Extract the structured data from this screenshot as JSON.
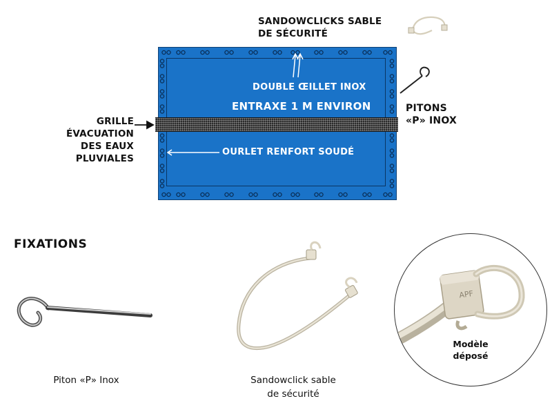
{
  "diagram": {
    "labels": {
      "sandowclicks": [
        "SANDOWCLICKS SABLE",
        "DE SÉCURITÉ"
      ],
      "double_oeillet": "DOUBLE ŒILLET INOX",
      "entraxe": "ENTRAXE 1 M ENVIRON",
      "ourlet": "OURLET RENFORT SOUDÉ",
      "grille": [
        "GRILLE",
        "ÉVACUATION",
        "DES EAUX",
        "PLUVIALES"
      ],
      "pitons": [
        "PITONS",
        "«P» INOX"
      ]
    },
    "colors": {
      "cover_blue": "#1a73c8",
      "border_dark": "#0d3f73",
      "grille_dark": "#2b2b2b",
      "sandow_beige": "#dcd6c4"
    }
  },
  "fixations": {
    "heading": "FIXATIONS",
    "items": [
      {
        "caption": [
          "Piton «P» Inox"
        ],
        "icon": "piton-hook-icon"
      },
      {
        "caption": [
          "Sandowclick sable",
          "de sécurité"
        ],
        "icon": "sandow-cord-icon"
      }
    ],
    "detail": {
      "caption": [
        "Modèle",
        "déposé"
      ],
      "clip_text": "APF"
    }
  }
}
